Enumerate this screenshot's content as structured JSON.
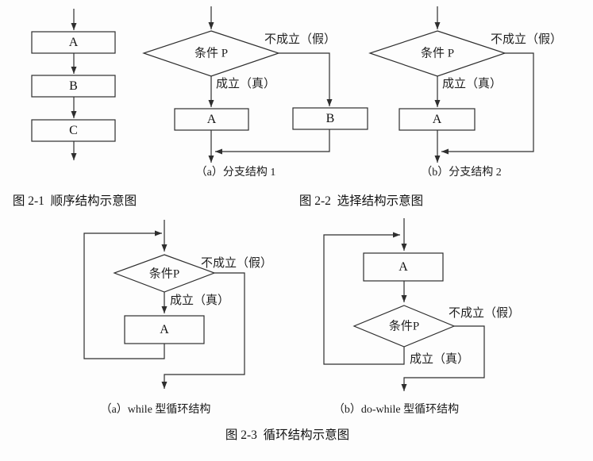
{
  "page": {
    "background": "#fdfdfd",
    "ink_color": "#2e2e2e"
  },
  "figure_2_1": {
    "caption": "图 2-1  顺序结构示意图",
    "nodes": {
      "a": "A",
      "b": "B",
      "c": "C"
    }
  },
  "figure_2_2": {
    "caption": "图 2-2  选择结构示意图",
    "branch1": {
      "subcaption": "（a）分支结构 1",
      "condition": "条件 P",
      "false_label": "不成立（假）",
      "true_label": "成立（真）",
      "node_a": "A",
      "node_b": "B"
    },
    "branch2": {
      "subcaption": "（b）分支结构 2",
      "condition": "条件 P",
      "false_label": "不成立（假）",
      "true_label": "成立（真）",
      "node_a": "A"
    }
  },
  "figure_2_3": {
    "caption": "图 2-3  循环结构示意图",
    "while_loop": {
      "subcaption": "（a）while 型循环结构",
      "condition": "条件P",
      "false_label": "不成立（假）",
      "true_label": "成立（真）",
      "node_a": "A"
    },
    "do_while_loop": {
      "subcaption": "（b）do-while 型循环结构",
      "condition": "条件P",
      "false_label": "不成立（假）",
      "true_label": "成立（真）",
      "node_a": "A"
    }
  }
}
